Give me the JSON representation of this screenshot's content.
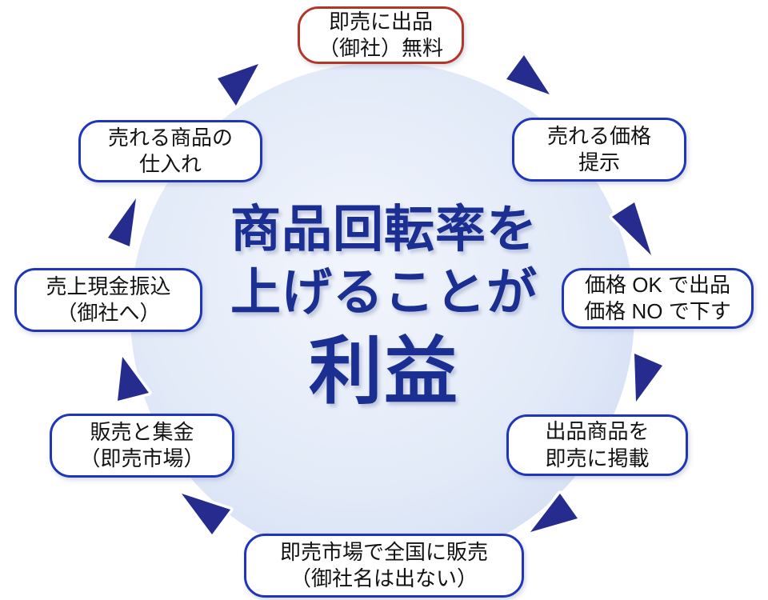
{
  "center": {
    "line1": "商品回転率を",
    "line2": "上げることが",
    "line3": "利益"
  },
  "nodes": [
    {
      "id": "top",
      "lines": [
        "即売に出品",
        "（御社）無料"
      ],
      "highlight": true
    },
    {
      "id": "top-right",
      "lines": [
        "売れる価格",
        "提示"
      ],
      "highlight": false
    },
    {
      "id": "right",
      "lines": [
        "価格 OK で出品",
        "価格 NO で下す"
      ],
      "highlight": false
    },
    {
      "id": "bottom-right",
      "lines": [
        "出品商品を",
        "即売に掲載"
      ],
      "highlight": false
    },
    {
      "id": "bottom",
      "lines": [
        "即売市場で全国に販売",
        "（御社名は出ない）"
      ],
      "highlight": false
    },
    {
      "id": "bottom-left",
      "lines": [
        "販売と集金",
        "（即売市場）"
      ],
      "highlight": false
    },
    {
      "id": "left",
      "lines": [
        "売上現金振込",
        "（御社へ）"
      ],
      "highlight": false
    },
    {
      "id": "top-left",
      "lines": [
        "売れる商品の",
        "仕入れ"
      ],
      "highlight": false
    }
  ],
  "flow_direction": "clockwise",
  "colors": {
    "arrow": "#252c8e",
    "center_text": "#1b2f92",
    "box_border": "#1f36b8",
    "highlight_border": "#b2372a",
    "circle_inner": "#f2f5fc",
    "circle_mid": "#e2eaf8",
    "circle_outer": "#cbd7f1"
  }
}
